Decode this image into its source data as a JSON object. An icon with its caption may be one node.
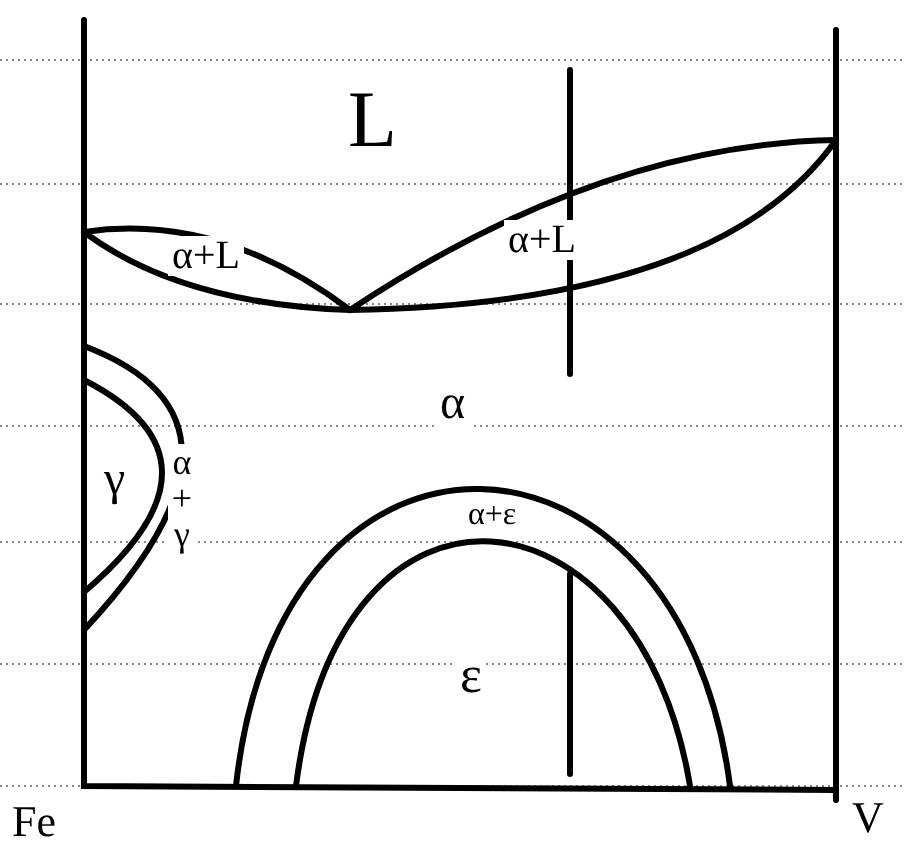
{
  "diagram": {
    "labels": [
      "L",
      "α+L",
      "α+L",
      "α",
      "γ",
      "α+γ",
      "α+ε",
      "ε",
      "Fe",
      "V"
    ]
  }
}
